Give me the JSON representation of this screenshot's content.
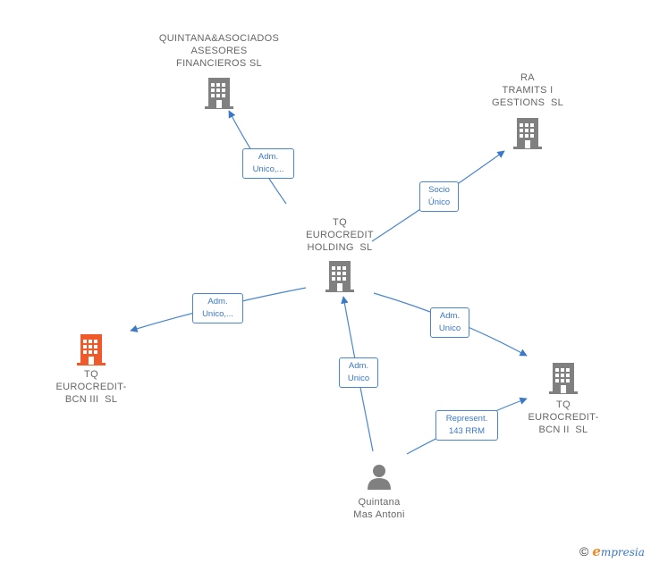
{
  "nodes": [
    {
      "id": "quintana_asociados",
      "label": "QUINTANA&ASOCIADOS\nASESORES\nFINANCIEROS SL",
      "kind": "company",
      "color": "#808080"
    },
    {
      "id": "ra_tramites",
      "label": "RA\nTRAMITS I\nGESTIONS  SL",
      "kind": "company",
      "color": "#808080"
    },
    {
      "id": "tq_holding",
      "label": "TQ\nEUROCREDIT\nHOLDING  SL",
      "kind": "company",
      "color": "#808080"
    },
    {
      "id": "tq_bcn3",
      "label": "TQ\nEUROCREDIT-\nBCN III  SL",
      "kind": "company",
      "color": "#f0592a"
    },
    {
      "id": "tq_bcn2",
      "label": "TQ\nEUROCREDIT-\nBCN II  SL",
      "kind": "company",
      "color": "#808080"
    },
    {
      "id": "quintana_mas",
      "label": "Quintana\nMas Antoni",
      "kind": "person",
      "color": "#808080"
    }
  ],
  "edges": [
    {
      "from": "tq_holding",
      "to": "quintana_asociados",
      "label": "Adm.\nUnico,..."
    },
    {
      "from": "tq_holding",
      "to": "ra_tramites",
      "label": "Socio\nÚnico"
    },
    {
      "from": "tq_holding",
      "to": "tq_bcn3",
      "label": "Adm.\nUnico,..."
    },
    {
      "from": "tq_holding",
      "to": "tq_bcn2",
      "label": "Adm.\nUnico"
    },
    {
      "from": "quintana_mas",
      "to": "tq_holding",
      "label": "Adm.\nUnico"
    },
    {
      "from": "quintana_mas",
      "to": "tq_bcn2",
      "label": "Represent.\n143 RRM"
    }
  ],
  "footer": {
    "copyright_symbol": "©",
    "brand_initial": "e",
    "brand_rest": "mpresia"
  },
  "colors": {
    "edge": "#4a86d0",
    "label_text": "#666666",
    "highlight": "#f0592a"
  }
}
